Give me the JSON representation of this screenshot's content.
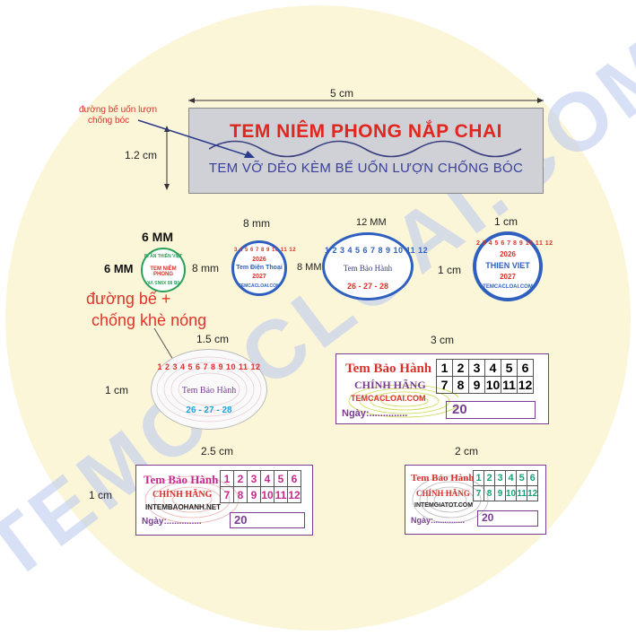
{
  "watermark": "TEMCACLOAI.COM",
  "seal": {
    "width_label": "5 cm",
    "height_label": "1.2 cm",
    "title": "TEM NIÊM PHONG NẮP CHAI",
    "subtitle": "TEM VỠ DẺO KÈM BẾ UỐN LƯỢN CHỐNG BÓC",
    "note_line1": "đường bế uốn lượn",
    "note_line2": "chống bóc"
  },
  "stickers": {
    "s6": {
      "top_label": "6 MM",
      "side_label": "6 MM",
      "arc_text": "IN ẤN THIÊN VIỆT",
      "center_text": "TEM NIÊM PHONG",
      "bottom_arc": "0B 80 X9NS VK"
    },
    "s8": {
      "top_label": "8 mm",
      "side_label": "8 mm",
      "numbers": "3 4 5 6 7 8 9 10 11 12",
      "year_a": "2026",
      "center_text": "Tem Điện Thoại",
      "year_b": "2027",
      "site": "TEMCACLOAI.COM"
    },
    "s12": {
      "top_label": "12 MM",
      "side_label": "8 MM",
      "numbers": "1 2 3 4 5 6 7 8 9 10 11 12",
      "center_text": "Tem Bảo Hành",
      "dates": "26 - 27 - 28"
    },
    "s1cm": {
      "top_label": "1 cm",
      "side_label": "1 cm",
      "numbers": "2 3 4 5 6 7 8 9 10 11 12",
      "year_a": "2026",
      "center_text": "THIEN VIET",
      "year_b": "2027",
      "site": "TEMCACLOAI.COM"
    },
    "oval15": {
      "top_label": "1.5 cm",
      "side_label": "1 cm",
      "note_line1": "đường bế +",
      "note_line2": "chống khè nóng",
      "numbers": "1 2 3 4 5 6 7 8 9 10 11 12",
      "center_text": "Tem Bảo Hành",
      "dates": "26 - 27 - 28"
    }
  },
  "warranty_stickers": [
    {
      "size_label": "3 cm",
      "side_label": "",
      "title": "Tem Bảo Hành",
      "subtitle": "CHÍNH HÃNG",
      "site": "TEMCACLOAI.COM",
      "date_label": "Ngày:..............",
      "box_value": "20",
      "row1": [
        "1",
        "2",
        "3",
        "4",
        "5",
        "6"
      ],
      "row2": [
        "7",
        "8",
        "9",
        "10",
        "11",
        "12"
      ]
    },
    {
      "size_label": "2.5 cm",
      "side_label": "1 cm",
      "title": "Tem Bảo Hành",
      "subtitle": "CHÍNH HÃNG",
      "site": "INTEMBAOHANH.NET",
      "date_label": "Ngày:..............",
      "box_value": "20",
      "row1": [
        "1",
        "2",
        "3",
        "4",
        "5",
        "6"
      ],
      "row2": [
        "7",
        "8",
        "9",
        "10",
        "11",
        "12"
      ]
    },
    {
      "size_label": "2 cm",
      "side_label": "",
      "title": "Tem Bảo Hành",
      "subtitle": "CHÍNH HÃNG",
      "site": "INTEMGIATOT.COM",
      "date_label": "Ngày:..............",
      "box_value": "20",
      "row1": [
        "1",
        "2",
        "3",
        "4",
        "5",
        "6"
      ],
      "row2": [
        "7",
        "8",
        "9",
        "10",
        "11",
        "12"
      ]
    }
  ],
  "colors": {
    "background_circle": "#fbf6d8",
    "seal_fill": "#cfd1d6",
    "seal_title": "#e0261e",
    "seal_subtitle": "#3a3f9c",
    "note_red": "#e0352b",
    "sticker_blue": "#2f5fbf",
    "sticker_border_purple": "#7a3d93"
  }
}
